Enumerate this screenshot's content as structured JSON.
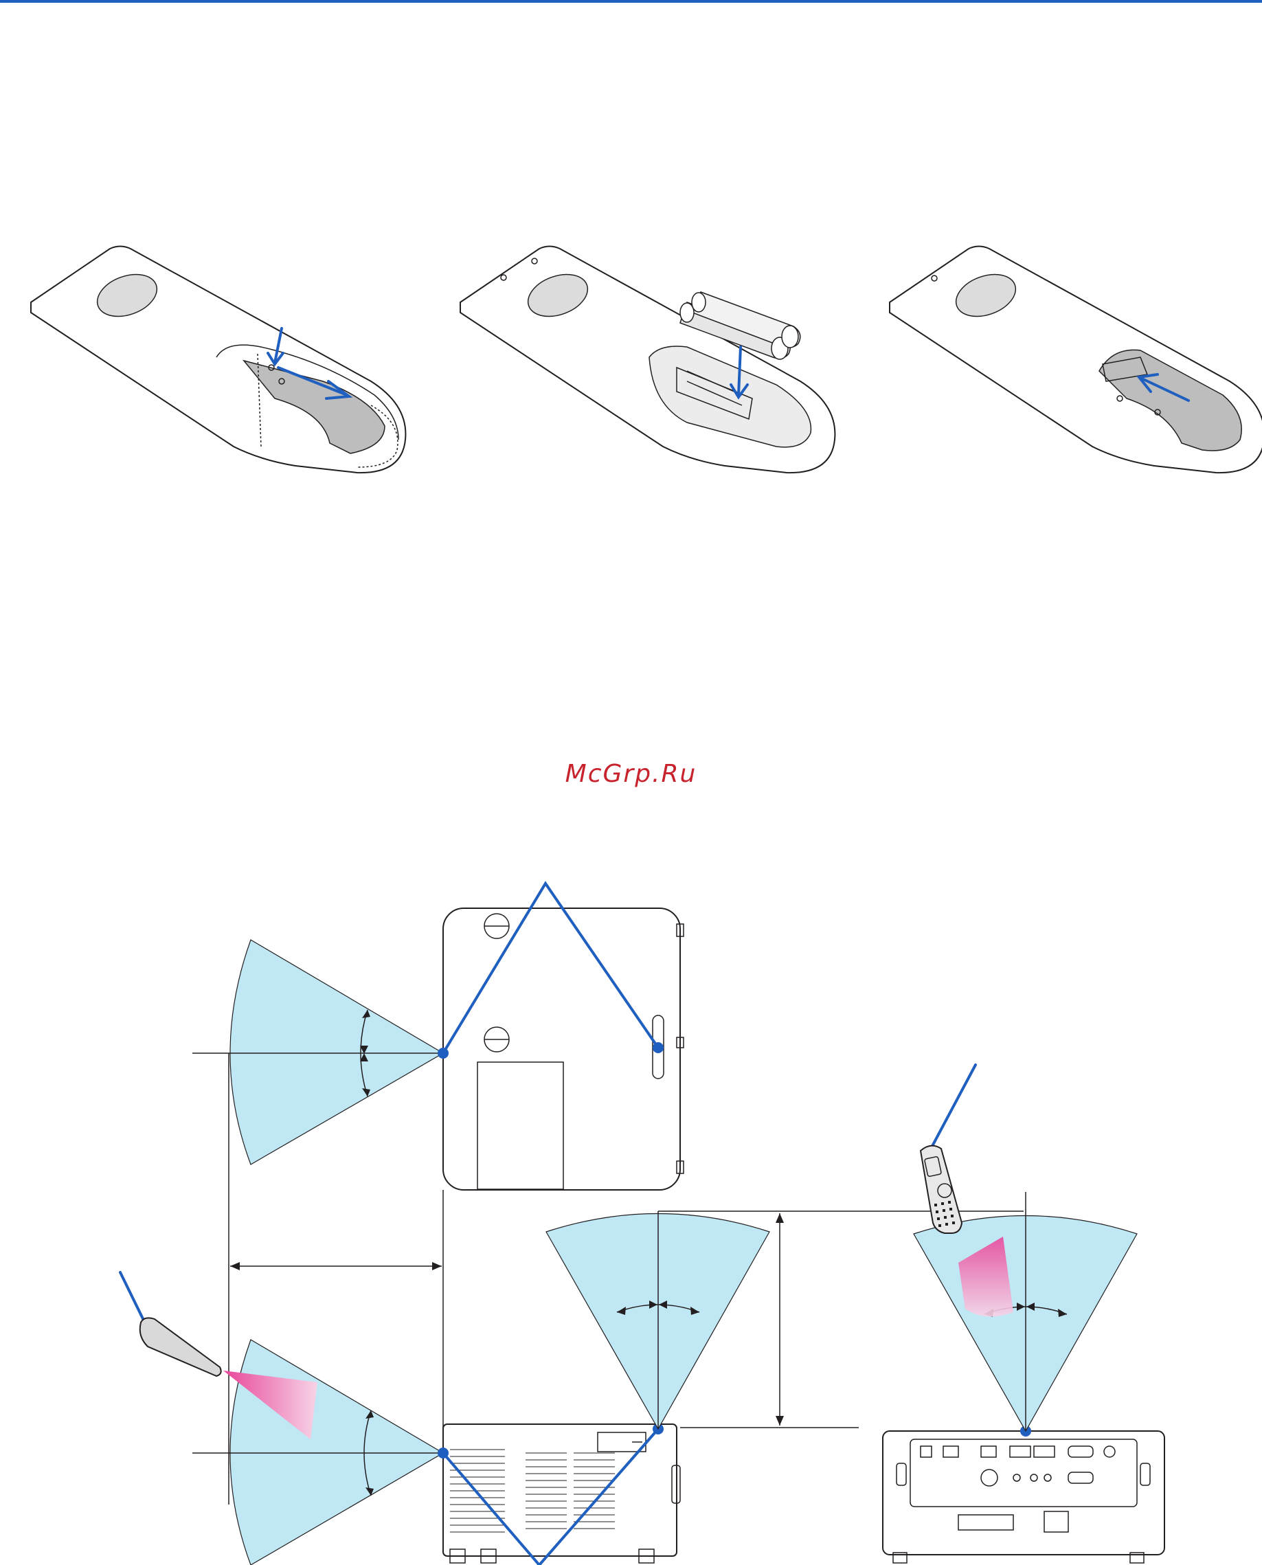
{
  "page": {
    "watermark": "McGrp.Ru"
  },
  "colors": {
    "accent_blue": "#1f5fbf",
    "beam_fill": "#bfe7f4",
    "signal_pink": "#e8479a",
    "watermark_red": "#c8232c",
    "line_dark": "#231f20"
  },
  "figures": {
    "battery_steps": [
      "open-cover",
      "insert-batteries",
      "close-cover"
    ],
    "range_diagram": "remote-sensor-reception-angles"
  }
}
